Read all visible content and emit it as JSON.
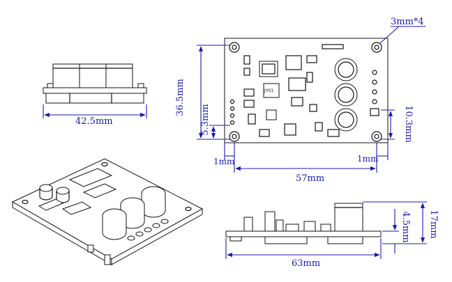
{
  "dimensions": {
    "side_width": "42.5mm",
    "height": "36.5mm",
    "hole_y_offset": "5.3mm",
    "hole_dia": "3mm*4",
    "hole_x_left": "1mm",
    "hole_x_right": "1mm",
    "hole_spacing": "57mm",
    "right_offset": "10.3mm",
    "total_width": "63mm",
    "cap_height": "17mm",
    "board_height": "4.5mm"
  },
  "silkscreen": {
    "chip_label": "JY01"
  },
  "colors": {
    "dimension": "#1a1aa8",
    "outline": "#111111"
  }
}
